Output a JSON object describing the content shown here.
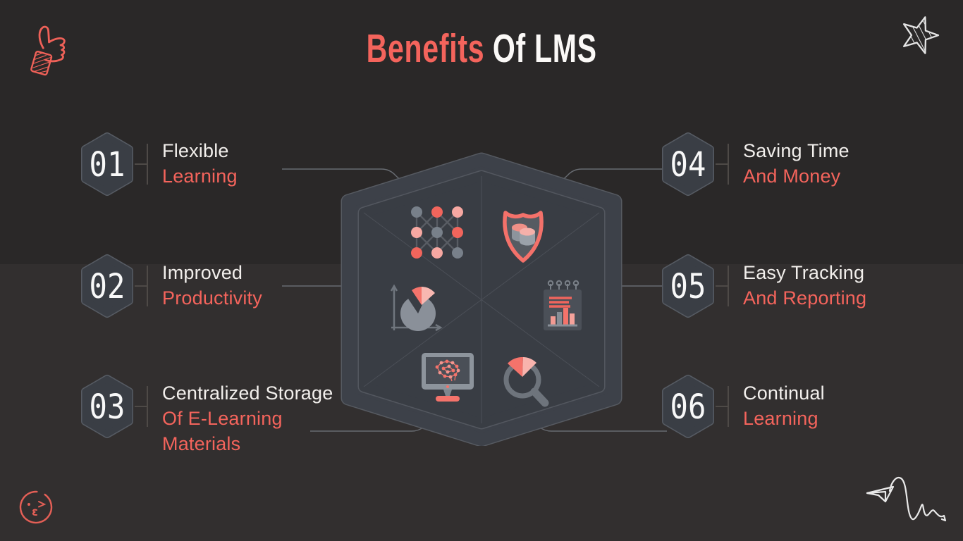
{
  "title": {
    "accent": "Benefits",
    "rest": "Of LMS"
  },
  "colors": {
    "accent": "#f4645c",
    "text_primary": "#f2efec",
    "background_top": "#2a2828",
    "background_bottom": "#322f2f",
    "hexagon_fill": "#3a3e45",
    "hexagon_outline": "#565b63",
    "connector_line": "#686c72",
    "connector_dot": "#efefef"
  },
  "benefits": [
    {
      "number": "01",
      "title": "Flexible",
      "subtitle": "Learning"
    },
    {
      "number": "02",
      "title": "Improved",
      "subtitle": "Productivity"
    },
    {
      "number": "03",
      "title": "Centralized Storage",
      "subtitle": "Of E-Learning\nMaterials"
    },
    {
      "number": "04",
      "title": "Saving Time",
      "subtitle": "And Money"
    },
    {
      "number": "05",
      "title": "Easy Tracking",
      "subtitle": "And Reporting"
    },
    {
      "number": "06",
      "title": "Continual",
      "subtitle": "Learning"
    }
  ],
  "center": {
    "icons": [
      "neural-network-icon",
      "shield-coins-icon",
      "pie-chart-axes-icon",
      "report-notepad-icon",
      "monitor-brain-icon",
      "magnifier-pie-icon"
    ]
  },
  "decorations": [
    "thumbs-up-doodle-icon",
    "star-doodle-icon",
    "wink-face-doodle-icon",
    "paper-plane-doodle-icon"
  ]
}
